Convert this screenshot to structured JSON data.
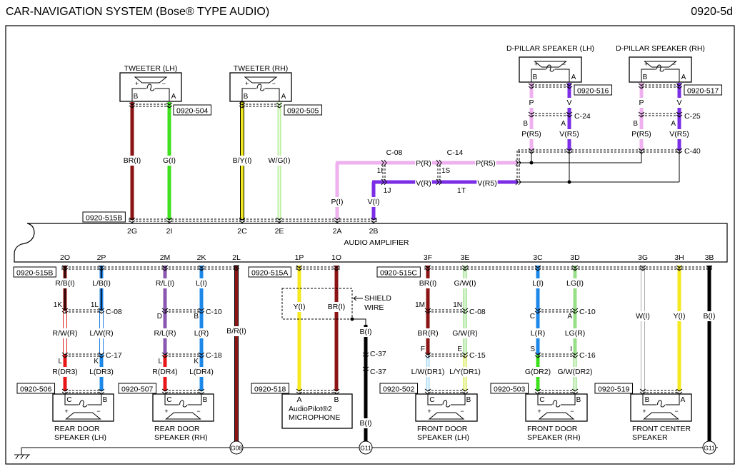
{
  "header": {
    "title": "CAR-NAVIGATION SYSTEM (Bose® TYPE AUDIO)",
    "page_id": "0920-5d"
  },
  "amplifier": {
    "label": "AUDIO AMPLIFIER",
    "connector_top": "0920-515B",
    "connector_bottom_left": "0920-515B",
    "connector_bottom_mid": "0920-515A",
    "connector_bottom_right": "0920-515C"
  },
  "wire_colors": {
    "BR": {
      "fill": "#8b1414"
    },
    "G": {
      "fill": "#3ee01e"
    },
    "BY": {
      "fill": "#f2ea1e",
      "edge": "#000000"
    },
    "WG": {
      "fill": "#b8ee9c",
      "stripe": "#ffffff"
    },
    "P": {
      "fill": "#eeb0ee"
    },
    "V": {
      "fill": "#7b2ee6"
    },
    "RB": {
      "fill": "#8b1414",
      "stripe": "#000000"
    },
    "LB": {
      "fill": "#1e7fe0",
      "stripe": "#000000"
    },
    "RW": {
      "fill": "#ffffff",
      "edge": "#e02020"
    },
    "LW": {
      "fill": "#ffffff",
      "edge": "#1e7fe0"
    },
    "R": {
      "fill": "#e81818"
    },
    "L": {
      "fill": "#1e88e8"
    },
    "RL": {
      "fill": "#8a58b0"
    },
    "BRR": {
      "fill": "#8b1414",
      "edge": "#000000"
    },
    "Y": {
      "fill": "#f5e81e"
    },
    "LG": {
      "fill": "#98e088"
    },
    "GW": {
      "fill": "#98e088",
      "stripe": "#ffffff"
    },
    "LW1": {
      "fill": "#a8d8f0",
      "stripe": "#ffffff"
    },
    "LY": {
      "fill": "#d8ec50",
      "stripe": "#ffffff"
    },
    "W": {
      "fill": "#ffffff",
      "edge": "#aaaaaa"
    },
    "B": {
      "fill": "#000000"
    }
  },
  "tweeters": [
    {
      "name": "TWEETER (LH)",
      "connector": "0920-504",
      "pin_left": "B",
      "pin_right": "A",
      "plus": "+",
      "minus": "−",
      "wires": [
        {
          "pin": "2G",
          "label": "BR(I)",
          "color": "BR"
        },
        {
          "pin": "2I",
          "label": "G(I)",
          "color": "G"
        }
      ]
    },
    {
      "name": "TWEETER (RH)",
      "connector": "0920-505",
      "pin_left": "B",
      "pin_right": "A",
      "plus": "+",
      "minus": "−",
      "wires": [
        {
          "pin": "2C",
          "label": "B/Y(I)",
          "color": "BY"
        },
        {
          "pin": "2E",
          "label": "W/G(I)",
          "color": "WG"
        }
      ]
    }
  ],
  "d_pillars": [
    {
      "name": "D-PILLAR SPEAKER (LH)",
      "connector": "0920-516",
      "pin_left": "B",
      "pin_right": "A",
      "plus": "+",
      "minus": "−",
      "inline_connector": "C-24",
      "wire_labels_top": [
        "P",
        "V"
      ],
      "inline_pins": [
        "B",
        "A"
      ],
      "wire_labels_bottom": [
        "P(R5)",
        "V(R5)"
      ]
    },
    {
      "name": "D-PILLAR SPEAKER (RH)",
      "connector": "0920-517",
      "pin_left": "B",
      "pin_right": "A",
      "plus": "+",
      "minus": "−",
      "inline_connector": "C-25",
      "wire_labels_top": [
        "P",
        "V"
      ],
      "inline_pins": [
        "B",
        "A"
      ],
      "wire_labels_bottom": [
        "P(R5)",
        "V(R5)"
      ]
    }
  ],
  "rear_feed": {
    "pin_p": "2A",
    "pin_v": "2B",
    "p_label": "P(I)",
    "v_label": "V(I)",
    "connector_1": "C-08",
    "connector_2": "C-14",
    "connector_3": "C-40",
    "p_r": "P(R)",
    "p_r5": "P(R5)",
    "v_r": "V(R)",
    "v_r5": "V(R5)",
    "pin_1i": "1I",
    "pin_1s": "1S",
    "pin_1j": "1J",
    "pin_1t": "1T"
  },
  "bottom_pairs": [
    {
      "connector_1": "C-08",
      "connector_2": "C-17"
    },
    {
      "connector_1": "C-10",
      "connector_2": "C-18"
    },
    {
      "connector_1": "C-08",
      "connector_2": "C-15"
    },
    {
      "connector_1": "C-10",
      "connector_2": "C-16"
    }
  ],
  "bottom_wires": [
    {
      "pin": "2O",
      "colors": [
        "RB",
        "RW",
        "R"
      ],
      "labels": [
        "R/B(I)",
        "R/W(R)",
        "R(DR3)"
      ],
      "inline_pins": [
        "1K",
        "L"
      ]
    },
    {
      "pin": "2P",
      "colors": [
        "LB",
        "LW",
        "L"
      ],
      "labels": [
        "L/B(I)",
        "L/W(R)",
        "L(DR3)"
      ],
      "inline_pins": [
        "1L",
        "K"
      ]
    },
    {
      "pin": "2M",
      "colors": [
        "RL",
        "RL",
        "R"
      ],
      "labels": [
        "R/L(I)",
        "R/L(R)",
        "R(DR4)"
      ],
      "inline_pins": [
        "D",
        "L"
      ]
    },
    {
      "pin": "2K",
      "colors": [
        "L",
        "L",
        "L"
      ],
      "labels": [
        "L(I)",
        "L(R)",
        "L(DR4)"
      ],
      "inline_pins": [
        "B",
        "K"
      ]
    },
    {
      "pin": "3F",
      "colors": [
        "BR",
        "BR",
        "LW1"
      ],
      "labels": [
        "BR(I)",
        "BR(R)",
        "L/W(DR1)"
      ],
      "inline_pins": [
        "1M",
        "F"
      ]
    },
    {
      "pin": "3E",
      "colors": [
        "GW",
        "GW",
        "LY"
      ],
      "labels": [
        "G/W(I)",
        "G/W(R)",
        "L/Y(DR1)"
      ],
      "inline_pins": [
        "1N",
        "E"
      ]
    },
    {
      "pin": "3C",
      "colors": [
        "L",
        "L",
        "G"
      ],
      "labels": [
        "L(I)",
        "L(R)",
        "G(DR2)"
      ],
      "inline_pins": [
        "C",
        "S"
      ]
    },
    {
      "pin": "3D",
      "colors": [
        "LG",
        "LG",
        "GW"
      ],
      "labels": [
        "LG(I)",
        "LG(R)",
        "G/W(DR2)"
      ],
      "inline_pins": [
        "A",
        "I"
      ]
    }
  ],
  "single_wires": [
    {
      "pin": "2L",
      "label": "B/R(I)",
      "color": "BRR"
    },
    {
      "pin": "1P",
      "label": "Y(I)",
      "color": "Y"
    },
    {
      "pin": "1O",
      "label": "BR(I)",
      "color": "BR"
    },
    {
      "pin": "3G",
      "label": "W(I)",
      "color": "W"
    },
    {
      "pin": "3H",
      "label": "Y(I)",
      "color": "Y"
    },
    {
      "pin": "3B",
      "label": "B(I)",
      "color": "B"
    }
  ],
  "shield": {
    "label_1": "SHIELD",
    "label_2": "WIRE",
    "wire_label_top": "B(I)",
    "wire_label_bottom": "B(I)",
    "connector_1": "C-37",
    "connector_2": "C-37"
  },
  "bottom_speakers": [
    {
      "name_1": "REAR DOOR",
      "name_2": "SPEAKER (LH)",
      "connector": "0920-506",
      "pin_left": "C",
      "pin_right": "B",
      "plus": "+",
      "minus": "−"
    },
    {
      "name_1": "REAR DOOR",
      "name_2": "SPEAKER (RH)",
      "connector": "0920-507",
      "pin_left": "C",
      "pin_right": "B",
      "plus": "+",
      "minus": "−"
    },
    {
      "name_1": "AudioPilot®2",
      "name_2": "MICROPHONE",
      "connector": "0920-518",
      "pin_left": "A",
      "pin_right": "B"
    },
    {
      "name_1": "FRONT DOOR",
      "name_2": "SPEAKER (LH)",
      "connector": "0920-502",
      "pin_left": "C",
      "pin_right": "B",
      "plus": "+",
      "minus": "−"
    },
    {
      "name_1": "FRONT DOOR",
      "name_2": "SPEAKER (RH)",
      "connector": "0920-503",
      "pin_left": "C",
      "pin_right": "B",
      "plus": "+",
      "minus": "−"
    },
    {
      "name_1": "FRONT CENTER",
      "name_2": "SPEAKER",
      "connector": "0920-519",
      "pin_left": "B",
      "pin_right": "A",
      "plus": "+",
      "minus": "−"
    }
  ],
  "grounds": [
    "G08",
    "G11",
    "G11"
  ]
}
